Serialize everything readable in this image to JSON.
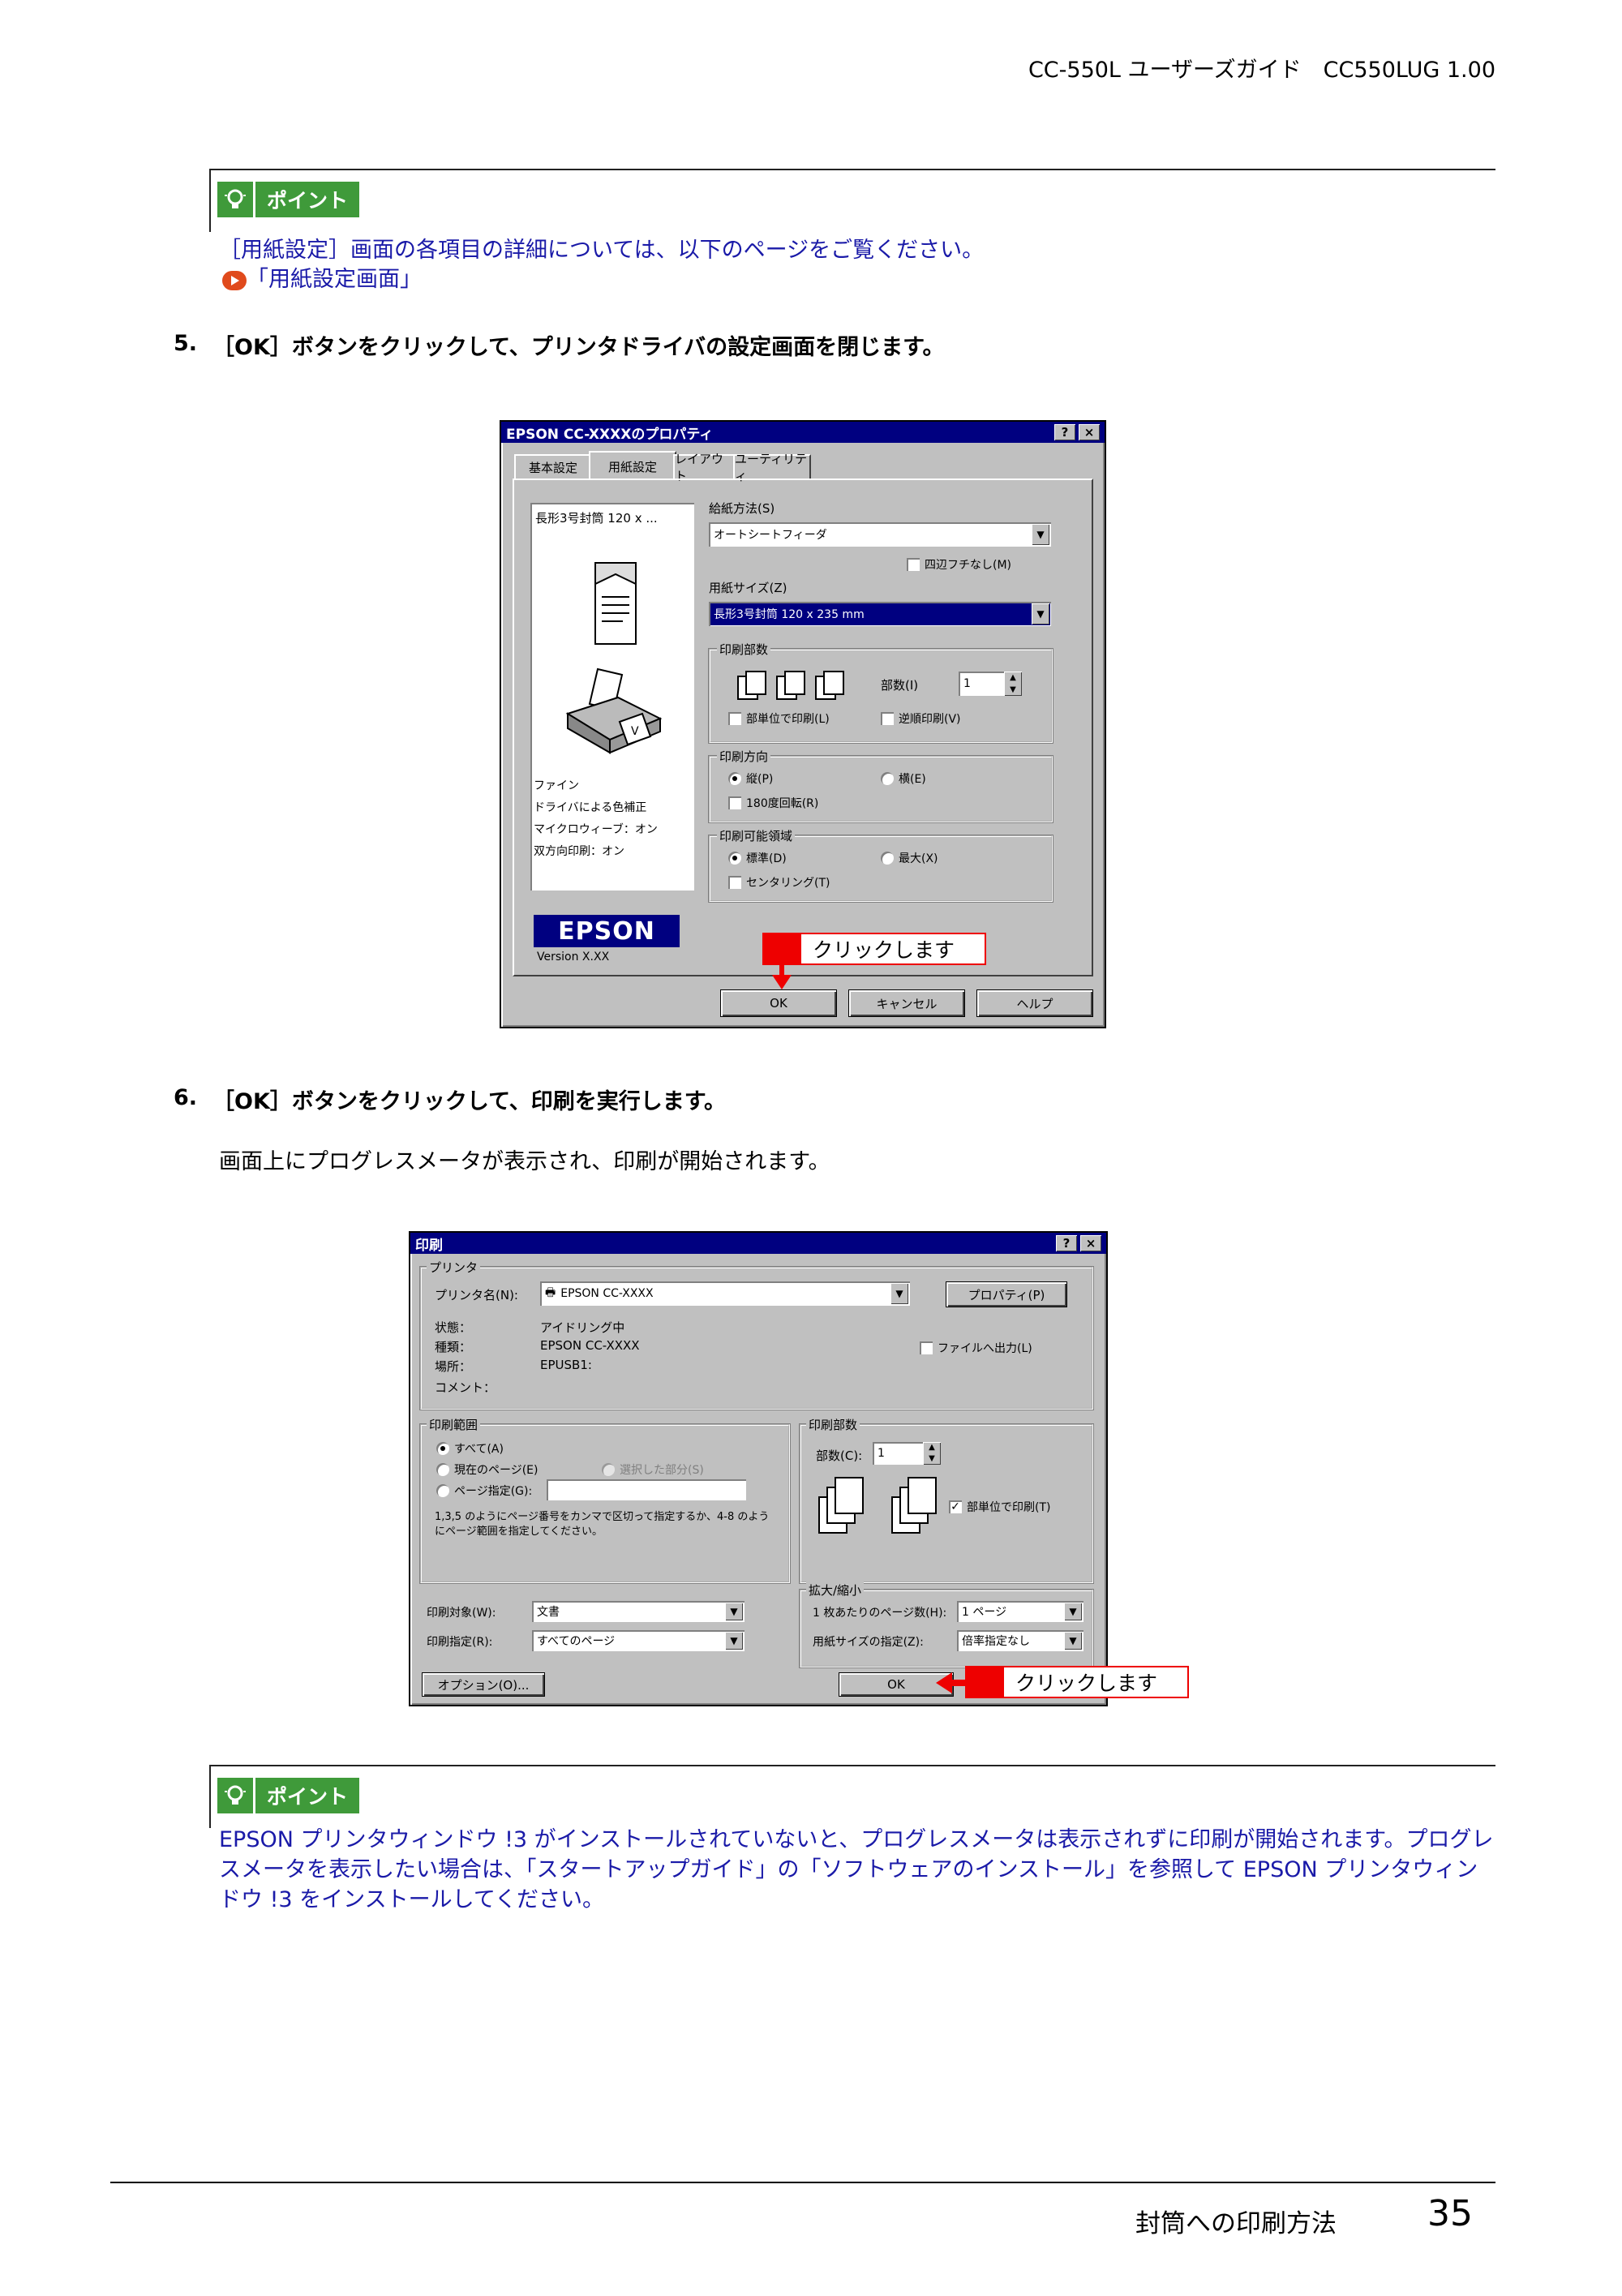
{
  "header": {
    "text": "CC-550L ユーザーズガイド　CC550LUG 1.00"
  },
  "point1": {
    "badge": "ポイント",
    "line1": "［用紙設定］画面の各項目の詳細については、以下のページをご覧ください。",
    "link": "「用紙設定画面」"
  },
  "step5": {
    "num": "5.",
    "text": "［OK］ボタンをクリックして、プリンタドライバの設定画面を閉じます。"
  },
  "dialog1": {
    "title": "EPSON CC-XXXXのプロパティ",
    "help_btn": "?",
    "close_btn": "×",
    "tabs": [
      "基本設定",
      "用紙設定",
      "レイアウト",
      "ユーティリティ"
    ],
    "preview_caption": "長形3号封筒 120 x ...",
    "info_lines": [
      "ファイン",
      "ドライバによる色補正",
      "マイクロウィーブ：オン",
      "双方向印刷：オン"
    ],
    "feed_label": "給紙方法(S)",
    "feed_value": "オートシートフィーダ",
    "borderless_label": "四辺フチなし(M)",
    "size_label": "用紙サイズ(Z)",
    "size_value": "長形3号封筒 120 x 235 mm",
    "copies_group": "印刷部数",
    "copies_label": "部数(I)",
    "copies_value": "1",
    "collate_label": "部単位で印刷(L)",
    "reverse_label": "逆順印刷(V)",
    "orient_group": "印刷方向",
    "portrait": "縦(P)",
    "landscape": "横(E)",
    "rotate180": "180度回転(R)",
    "area_group": "印刷可能領域",
    "standard": "標準(D)",
    "maximum": "最大(X)",
    "centering": "センタリング(T)",
    "logo": "EPSON",
    "version": "Version X.XX",
    "callout": "クリックします",
    "ok": "OK",
    "cancel": "キャンセル",
    "help": "ヘルプ"
  },
  "step6": {
    "num": "6.",
    "text": "［OK］ボタンをクリックして、印刷を実行します。",
    "desc": "画面上にプログレスメータが表示され、印刷が開始されます。"
  },
  "dialog2": {
    "title": "印刷",
    "help_btn": "?",
    "close_btn": "×",
    "printer_group": "プリンタ",
    "printer_name_label": "プリンタ名(N):",
    "printer_name_value": "EPSON CC-XXXX",
    "properties_btn": "プロパティ(P)",
    "status_label": "状態：",
    "status_value": "アイドリング中",
    "type_label": "種類：",
    "type_value": "EPSON CC-XXXX",
    "where_label": "場所：",
    "where_value": "EPUSB1:",
    "comment_label": "コメント：",
    "print_to_file": "ファイルへ出力(L)",
    "range_group": "印刷範囲",
    "all": "すべて(A)",
    "current_page": "現在のページ(E)",
    "selection": "選択した部分(S)",
    "pages": "ページ指定(G):",
    "range_hint": "1,3,5 のようにページ番号をカンマで区切って指定するか、4-8 のようにページ範囲を指定してください。",
    "copies_group": "印刷部数",
    "copies_label": "部数(C):",
    "copies_value": "1",
    "collate": "部単位で印刷(T)",
    "zoom_group": "拡大/縮小",
    "pages_per_sheet_label": "1 枚あたりのページ数(H):",
    "pages_per_sheet_value": "1 ページ",
    "scale_label": "用紙サイズの指定(Z):",
    "scale_value": "倍率指定なし",
    "print_what_label": "印刷対象(W):",
    "print_what_value": "文書",
    "print_label": "印刷指定(R):",
    "print_value": "すべてのページ",
    "options_btn": "オプション(O)...",
    "ok": "OK",
    "callout": "クリックします"
  },
  "point2": {
    "badge": "ポイント",
    "text": "EPSON プリンタウィンドウ !3 がインストールされていないと、プログレスメータは表示されずに印刷が開始されます。プログレスメータを表示したい場合は、「スタートアップガイド」の「ソフトウェアのインストール」を参照して EPSON プリンタウィンドウ !3 をインストールしてください。"
  },
  "footer": {
    "section": "封筒への印刷方法",
    "page": "35"
  },
  "colors": {
    "accent_green": "#3f9a3a",
    "link_blue": "#1a1aa8",
    "callout_red": "#e00000",
    "title_blue": "#000080"
  }
}
